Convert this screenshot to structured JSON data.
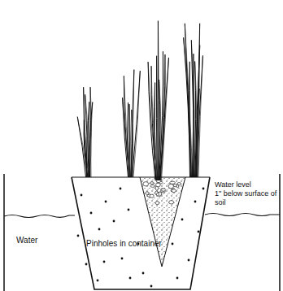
{
  "diagram": {
    "labels": [
      "Water level",
      "1\" below surface of soil",
      "Water",
      "Pinholes in container"
    ]
  }
}
